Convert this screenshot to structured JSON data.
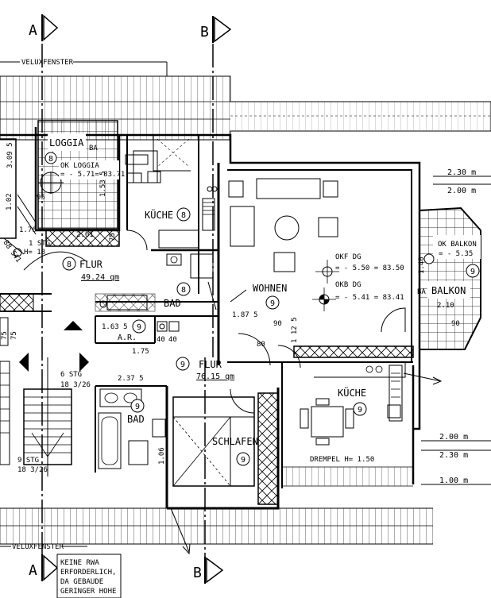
{
  "section_markers": {
    "a": "A",
    "b": "B"
  },
  "top_label": "VELUXFENSTER",
  "bottom_label": "VELUXFENSTER",
  "rooms": {
    "loggia": {
      "name": "LOGGIA",
      "num": "8",
      "ok_label": "OK LOGGIA",
      "ok_value": "= - 5.71= 83.71",
      "tag": "BA"
    },
    "kueche8": {
      "name": "KÜCHE",
      "num": "8"
    },
    "flur8": {
      "name": "FLUR",
      "num": "8",
      "area": "49.24 qm"
    },
    "bad8": {
      "name": "BAD",
      "num": "8"
    },
    "wohnen": {
      "name": "WOHNEN",
      "num": "9"
    },
    "balkon": {
      "name": "BALKON",
      "num": "9",
      "ok_label": "OK BALKON",
      "ok_value": "= - 5.35",
      "tag": "BA"
    },
    "flur9": {
      "name": "FLUR",
      "num": "9",
      "area": "76.15 qm"
    },
    "ar": {
      "name": "A.R.",
      "num": "9"
    },
    "kueche9": {
      "name": "KÜCHE",
      "num": "9"
    },
    "bad9": {
      "name": "BAD",
      "num": "9"
    },
    "schlafen": {
      "name": "SCHLAFEN",
      "num": "9"
    }
  },
  "levels": {
    "okf_label": "OKF DG",
    "okf_value": "= - 5.50 = 83.50",
    "okb_label": "OKB DG",
    "okb_value": "= - 5.41 = 83.41"
  },
  "stairs": {
    "s1_label": "1 STG",
    "s1_value": "H= 18",
    "s6_label": "6 STG",
    "s6_value": "18 3/26",
    "s9_label": "9 STG",
    "s9_value": "18 3/26"
  },
  "heights": {
    "h230_top": "2.30 m",
    "h200_top": "2.00 m",
    "h200_bot": "2.00 m",
    "h230_bot": "2.30 m",
    "h100": "1.00 m"
  },
  "drempel": "DREMPEL  H= 1.50",
  "dims": {
    "d3095": "3.09 5",
    "d95": "95",
    "d1535": "1.53 5",
    "d102": "1.02",
    "d176": "1.76",
    "d885": "88 5",
    "d41": "41",
    "d201": "2.01",
    "d75a": "75",
    "d1635": "1.63 5",
    "d175": "1.75",
    "d40a": "40",
    "d40b": "40",
    "d1875": "1.87 5",
    "d90": "90",
    "d80": "80",
    "d1125": "1 12 5",
    "d2375": "2.37 5",
    "d106": "1.06",
    "d140": "1.40",
    "d210": "2.10",
    "d90b": "90",
    "d75b": "75",
    "d75c": "75"
  },
  "note_lines": [
    "KEINE RWA",
    "ERFORDERLICH,",
    "DA GEBAUDE",
    "GERINGER HOHE"
  ]
}
